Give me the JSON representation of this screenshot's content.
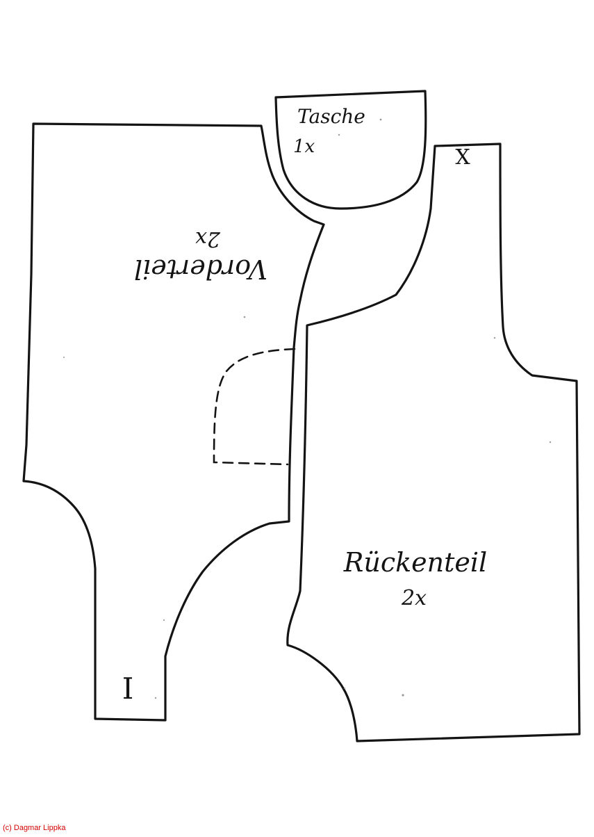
{
  "pieces": {
    "tasche": {
      "name": "Tasche",
      "count": "1x"
    },
    "vorderteil": {
      "name": "Vorderteil",
      "count": "2x",
      "mark": "I"
    },
    "rueckenteil": {
      "name": "Rückenteil",
      "count": "2x",
      "mark": "X"
    }
  },
  "copyright": {
    "text": "(c) Dagmar Lippka",
    "color": "#d40000"
  },
  "colors": {
    "ink": "#141414",
    "paper": "#ffffff"
  }
}
